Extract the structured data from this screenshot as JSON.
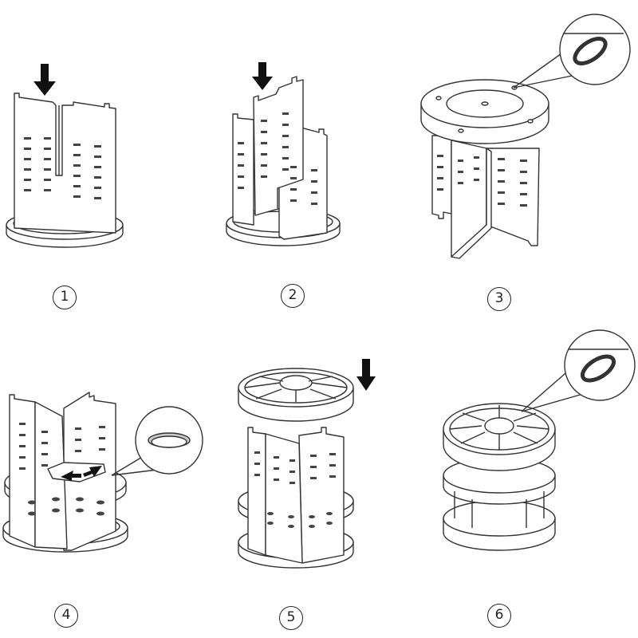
{
  "steps": [
    {
      "number": "1",
      "icons": [
        "down-arrow-icon"
      ]
    },
    {
      "number": "2",
      "icons": [
        "down-arrow-icon"
      ]
    },
    {
      "number": "3",
      "icons": [
        "magnifier-callout-icon"
      ]
    },
    {
      "number": "4",
      "icons": [
        "magnifier-callout-icon",
        "insert-arrows-icon"
      ]
    },
    {
      "number": "5",
      "icons": [
        "down-arrow-icon"
      ]
    },
    {
      "number": "6",
      "icons": [
        "magnifier-callout-icon"
      ]
    }
  ],
  "colors": {
    "line": "#333333",
    "fill": "#ffffff",
    "shade": "#f1f1f1",
    "arrow": "#111111"
  }
}
